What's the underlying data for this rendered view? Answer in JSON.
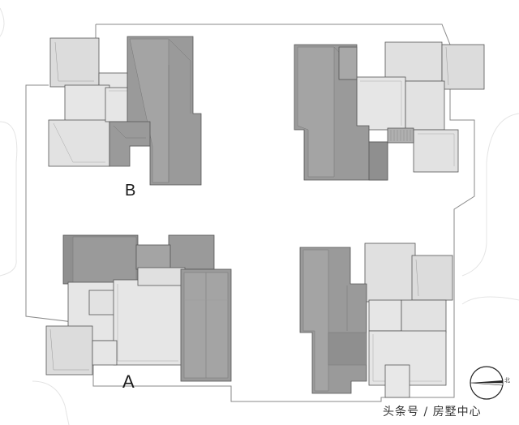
{
  "labels": {
    "block_a": "A",
    "block_b": "B"
  },
  "north_arrow": {
    "text": "北"
  },
  "watermark": "头条号 / 房墅中心",
  "colors": {
    "roof_dark": "#9a9a9a",
    "roof_light": "#dcdcdc",
    "roof_lighter": "#e6e6e6",
    "outline": "#555555",
    "site_line": "#8a8a8a",
    "background_curve": "#e2e2e2"
  }
}
